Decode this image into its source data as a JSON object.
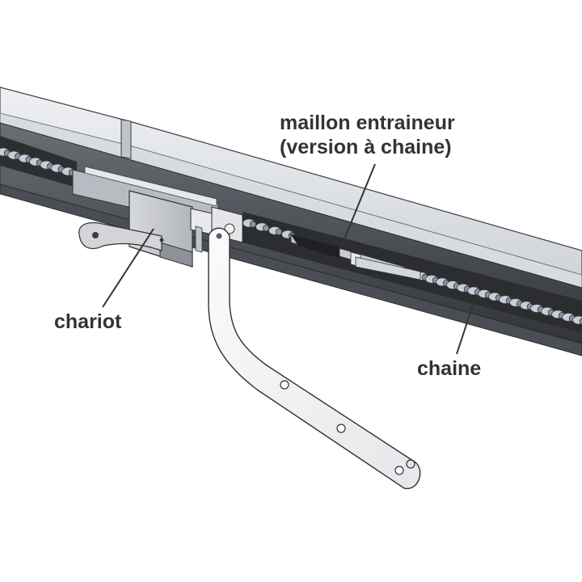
{
  "labels": {
    "maillon_line1": "maillon entraineur",
    "maillon_line2": "(version à chaine)",
    "chariot": "chariot",
    "chaine": "chaine"
  },
  "colors": {
    "label_text": "#333333",
    "leader_line": "#333333",
    "rail_light": "#e2e4e8",
    "rail_mid": "#c3c6cc",
    "rail_dark": "#45484e",
    "rail_outline": "#3c3e42",
    "chain_roller": "#8a93a3",
    "chain_plate": "#c9ced6",
    "arm_fill": "#f4f4f6"
  }
}
